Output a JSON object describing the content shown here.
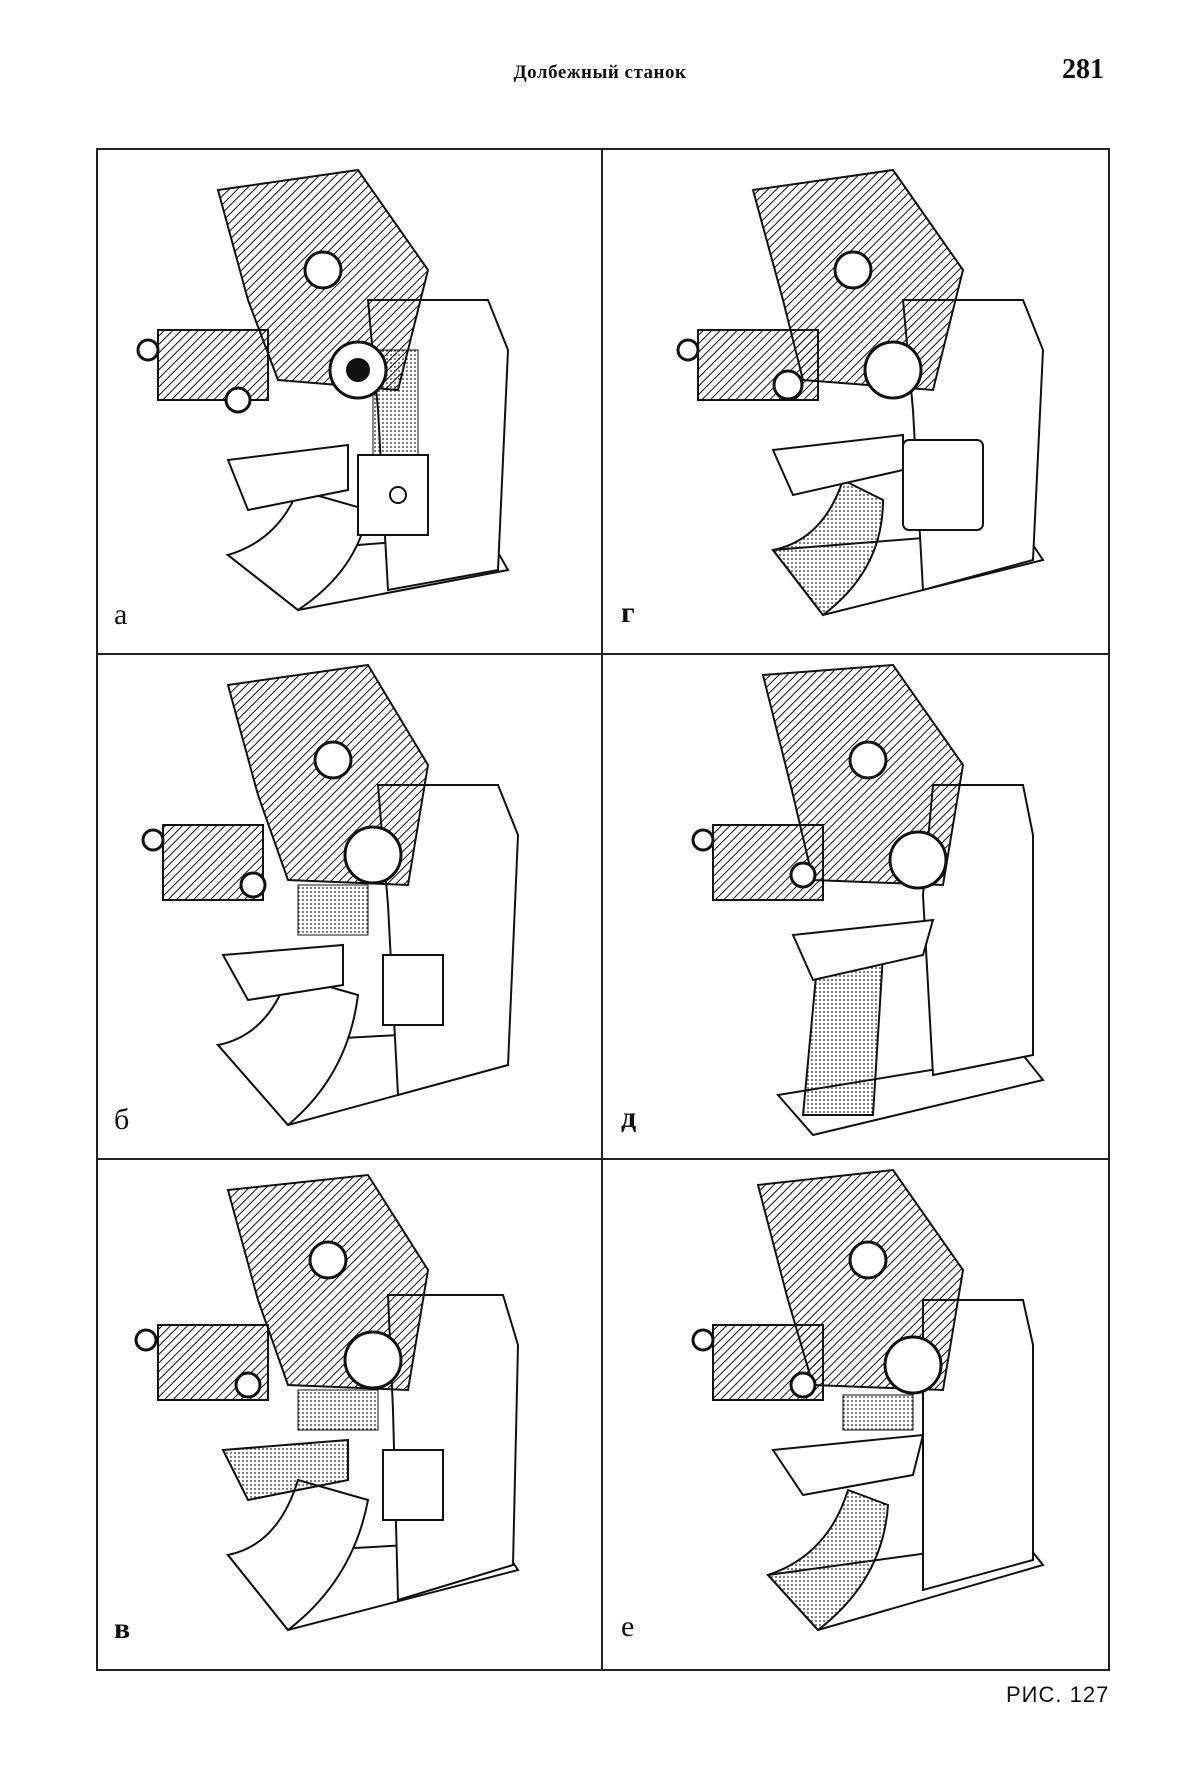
{
  "header": {
    "title": "Долбежный станок",
    "page_number": "281"
  },
  "figure": {
    "caption": "РИС. 127",
    "panels": [
      {
        "label": "а"
      },
      {
        "label": "г"
      },
      {
        "label": "б"
      },
      {
        "label": "д"
      },
      {
        "label": "в"
      },
      {
        "label": "е"
      }
    ]
  }
}
